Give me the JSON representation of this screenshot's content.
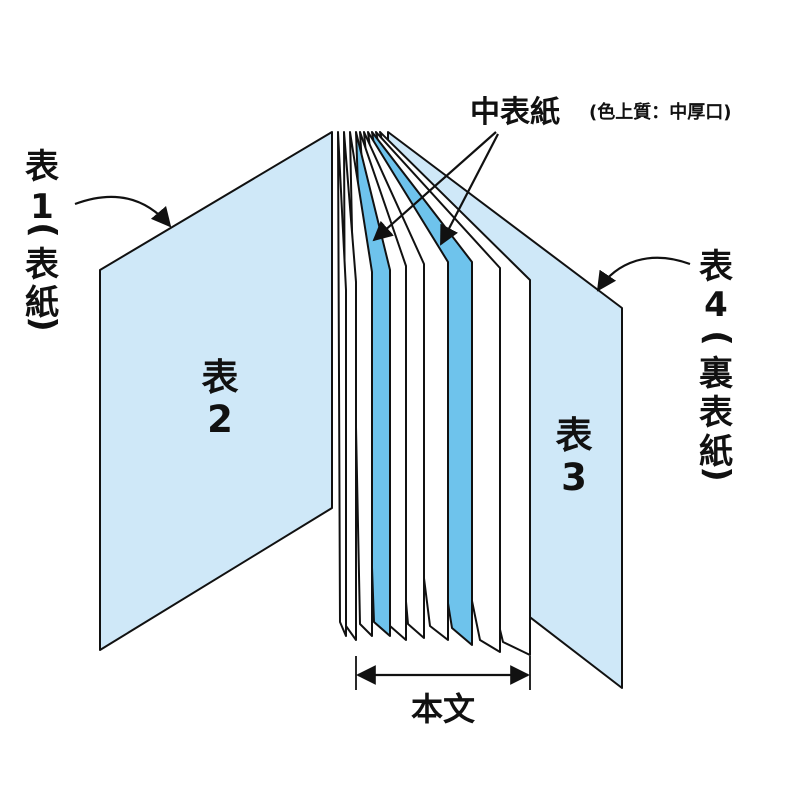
{
  "labels": {
    "hyo1_main": "表",
    "hyo1_num": "1",
    "hyo1_open": "(",
    "hyo1_sub1": "表",
    "hyo1_sub2": "紙",
    "hyo1_close": ")",
    "hyo2_main": "表",
    "hyo2_num": "2",
    "hyo3_main": "表",
    "hyo3_num": "3",
    "hyo4_main": "表",
    "hyo4_num": "4",
    "hyo4_open": "(",
    "hyo4_sub1": "裏",
    "hyo4_sub2": "表",
    "hyo4_sub3": "紙",
    "hyo4_close": ")",
    "nakabyoshi": "中表紙",
    "nakabyoshi_note": "(色上質：中厚口)",
    "honbun": "本文"
  },
  "colors": {
    "cover_blue": "#cfe8f8",
    "insert_blue": "#6ec3ec",
    "page_white": "#ffffff",
    "outline": "#111111"
  }
}
